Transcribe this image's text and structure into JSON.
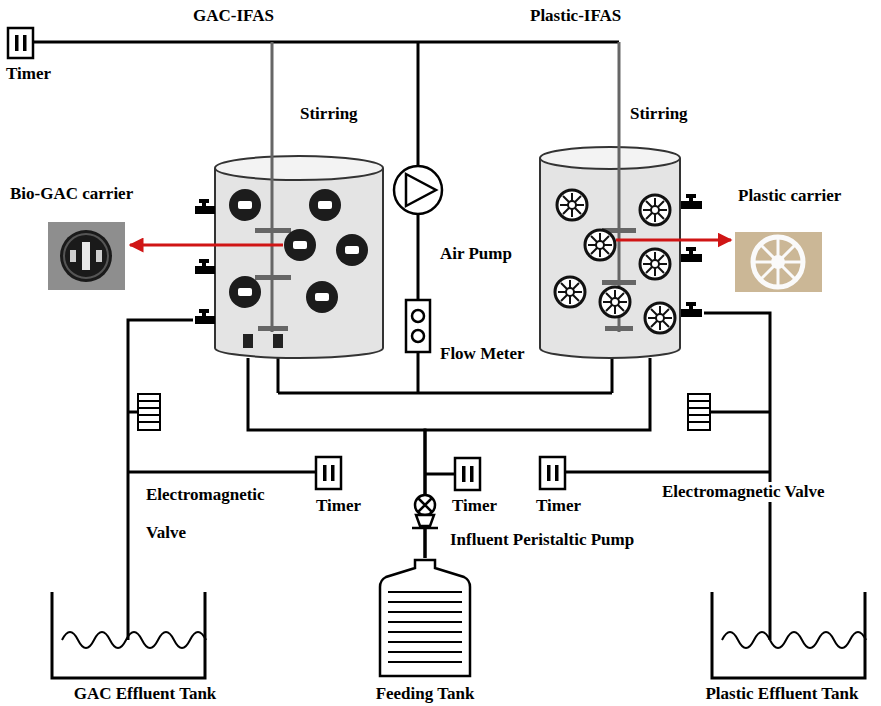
{
  "diagram": {
    "nodes": [
      {
        "text": [
          "GAC-IFAS"
        ]
      },
      {
        "text": [
          "Plastic-IFAS"
        ]
      },
      {
        "text": [
          "GAC Effluent Tank"
        ]
      },
      {
        "text": [
          "Feeding Tank"
        ]
      },
      {
        "text": [
          "Plastic Effluent Tank"
        ]
      }
    ],
    "edges": [
      {
        "from": 3,
        "to": 0,
        "arrow": "none"
      },
      {
        "from": 3,
        "to": 1,
        "arrow": "none"
      },
      {
        "from": 0,
        "to": 2,
        "arrow": "none"
      },
      {
        "from": 1,
        "to": 4,
        "arrow": "none"
      }
    ],
    "labels": [
      "Timer",
      "Stirring",
      "Stirring",
      "Bio-GAC carrier",
      "Plastic carrier",
      "Air Pump",
      "Flow Meter",
      "Electromagnetic Valve",
      "Timer",
      "Timer",
      "Influent Peristaltic Pump",
      "Timer",
      "Electromagnetic Valve"
    ]
  }
}
